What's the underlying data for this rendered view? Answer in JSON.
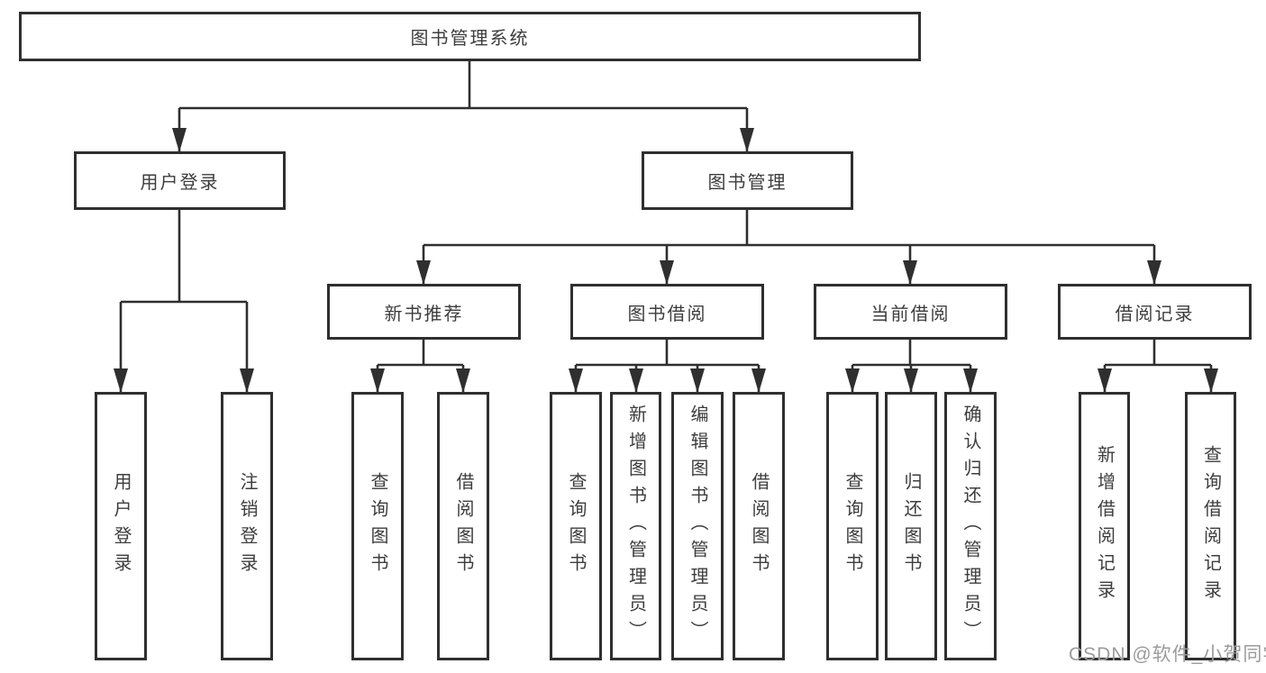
{
  "diagram": {
    "root": "图书管理系统",
    "user_login": {
      "label": "用户登录",
      "children": [
        "用户登录",
        "注销登录"
      ]
    },
    "book_mgmt": {
      "label": "图书管理",
      "new_books": {
        "label": "新书推荐",
        "children": [
          "查询图书",
          "借阅图书"
        ]
      },
      "borrow": {
        "label": "图书借阅",
        "children": [
          "查询图书",
          "新增图书（管理员）",
          "编辑图书（管理员）",
          "借阅图书"
        ]
      },
      "current": {
        "label": "当前借阅",
        "children": [
          "查询图书",
          "归还图书",
          "确认归还（管理员）"
        ]
      },
      "records": {
        "label": "借阅记录",
        "children": [
          "新增借阅记录",
          "查询借阅记录"
        ]
      }
    }
  },
  "watermark": "CSDN @软件_小贺同学",
  "colors": {
    "line": "#2f2f2f",
    "text": "#3d3d3d",
    "watermark": "#9b9b9b",
    "background": "#ffffff"
  }
}
